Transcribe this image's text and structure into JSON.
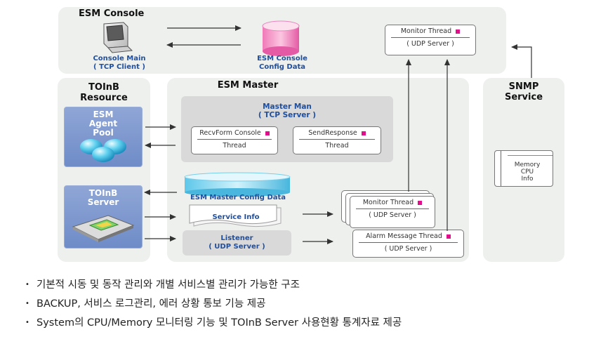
{
  "console": {
    "title": "ESM Console",
    "main_line1": "Console Main",
    "main_line2": "( TCP Client )",
    "config_line1": "ESM Console",
    "config_line2": "Config Data"
  },
  "monitor_top": {
    "header": "Monitor Thread",
    "footer": "( UDP  Server )"
  },
  "toinb_resource": {
    "title_line1": "TOInB",
    "title_line2": "Resource",
    "agent_pool_line1": "ESM",
    "agent_pool_line2": "Agent",
    "agent_pool_line3": "Pool",
    "server_line1": "TOInB",
    "server_line2": "Server"
  },
  "master": {
    "title": "ESM  Master",
    "man_line1": "Master  Man",
    "man_line2": "( TCP Server )",
    "recv_header": "RecvForm Console",
    "recv_footer": "Thread",
    "send_header": "SendResponse",
    "send_footer": "Thread",
    "config_label": "ESM Master Config Data",
    "service_info": "Service Info",
    "listener_line1": "Listener",
    "listener_line2": "( UDP Server )",
    "monitor_header": "Monitor Thread",
    "monitor_footer": "( UDP  Server )",
    "alarm_header": "Alarm Message Thread",
    "alarm_footer": "( UDP  Server )"
  },
  "snmp": {
    "title_line1": "SNMP",
    "title_line2": "Service",
    "info_line1": "Memory",
    "info_line2": "CPU",
    "info_line3": "Info"
  },
  "bullets": [
    "기본적 시동 및 동작 관리와 개별 서비스별 관리가 가능한 구조",
    "BACKUP, 서비스 로그관리, 에러 상황 통보 기능 제공",
    "System의 CPU/Memory 모니터링 기능 및 TOInB Server 사용현황 통계자료 제공"
  ],
  "bullet_symbol": "•",
  "colors": {
    "accent_blue": "#1f4fa0",
    "pink_marker": "#e0108a",
    "panel": "#eef0ee"
  }
}
